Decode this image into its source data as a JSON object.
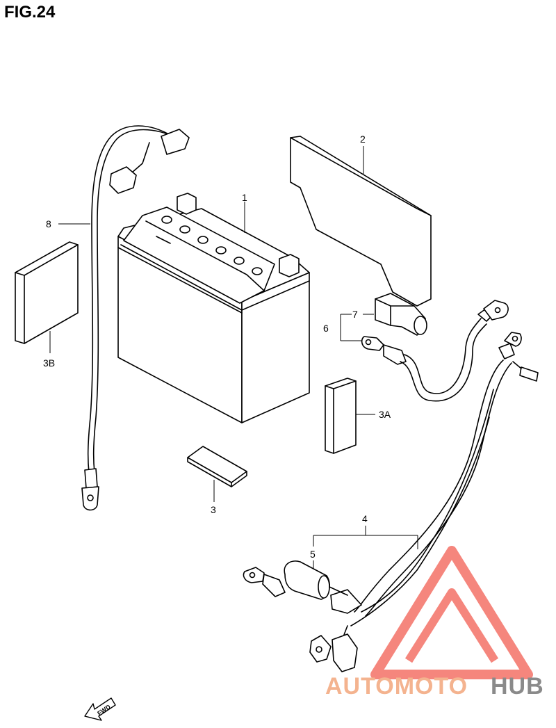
{
  "figure": {
    "title": "FIG.24"
  },
  "callouts": {
    "c1": "1",
    "c2": "2",
    "c3": "3",
    "c3a": "3A",
    "c3b": "3B",
    "c4": "4",
    "c5": "5",
    "c6": "6",
    "c7": "7",
    "c8": "8"
  },
  "fwd_arrow": {
    "label": "FWD"
  },
  "watermark": {
    "text_a": "AUTOMOTO",
    "text_b": "HUB",
    "color_a": "#f4b38f",
    "color_b": "#8a8a8a",
    "logo_color": "#f47a70"
  }
}
